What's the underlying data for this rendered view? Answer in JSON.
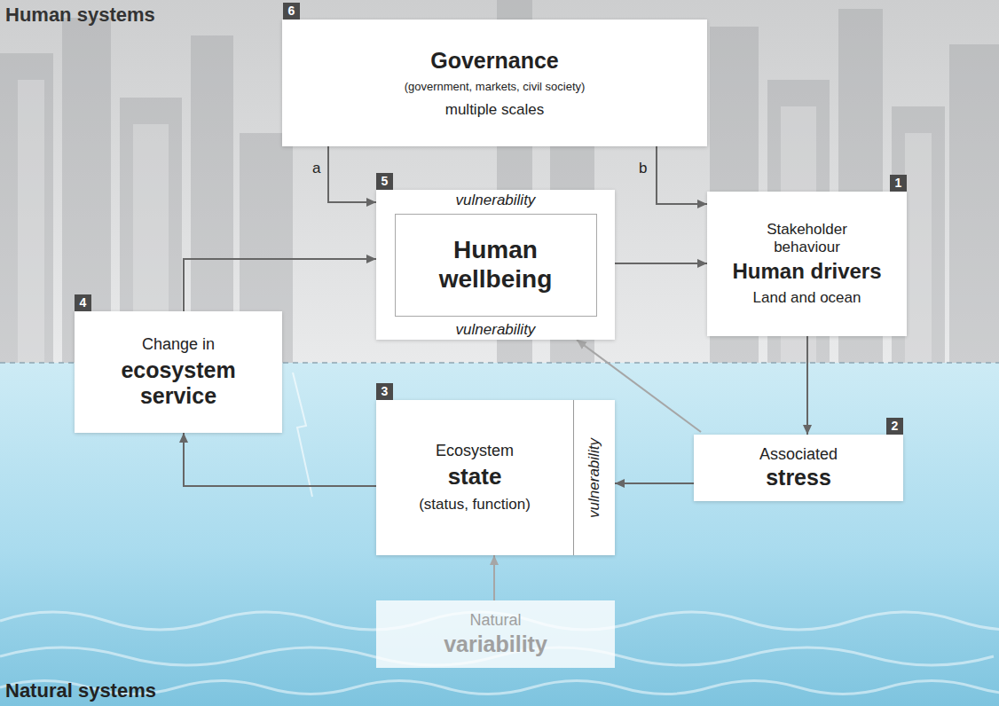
{
  "diagram": {
    "nodes": [
      {
        "text": [
          "Governance",
          "(government, markets, civil society)",
          "multiple scales"
        ]
      },
      {
        "text": [
          "vulnerability",
          "vulnerability"
        ]
      },
      {
        "text": [
          "Human wellbeing"
        ],
        "in": 1
      },
      {
        "text": [
          "Stakeholder behaviour",
          "Human drivers",
          "Land and ocean"
        ]
      },
      {
        "text": [
          "Change in",
          "ecosystem service"
        ]
      },
      {
        "text": [
          "Ecosystem",
          "state",
          "(status, function)",
          "vulnerability"
        ]
      },
      {
        "text": [
          "Associated",
          "stress"
        ]
      },
      {
        "text": [
          "Natural",
          "variability"
        ]
      }
    ],
    "edges": [
      {
        "from": 0,
        "to": 1,
        "label": "a",
        "arrow": "to"
      },
      {
        "from": 0,
        "to": 3,
        "label": "b",
        "arrow": "to"
      },
      {
        "from": 1,
        "to": 3,
        "arrow": "to"
      },
      {
        "from": 3,
        "to": 6,
        "arrow": "to"
      },
      {
        "from": 6,
        "to": 5,
        "arrow": "to"
      },
      {
        "from": 6,
        "to": 1,
        "arrow": "to"
      },
      {
        "from": 5,
        "to": 4,
        "arrow": "to"
      },
      {
        "from": 4,
        "to": 1,
        "arrow": "to"
      },
      {
        "from": 7,
        "to": 5,
        "arrow": "to"
      }
    ],
    "labels": [
      "Human systems",
      "6",
      "5",
      "1",
      "4",
      "3",
      "2",
      "Natural systems"
    ]
  }
}
